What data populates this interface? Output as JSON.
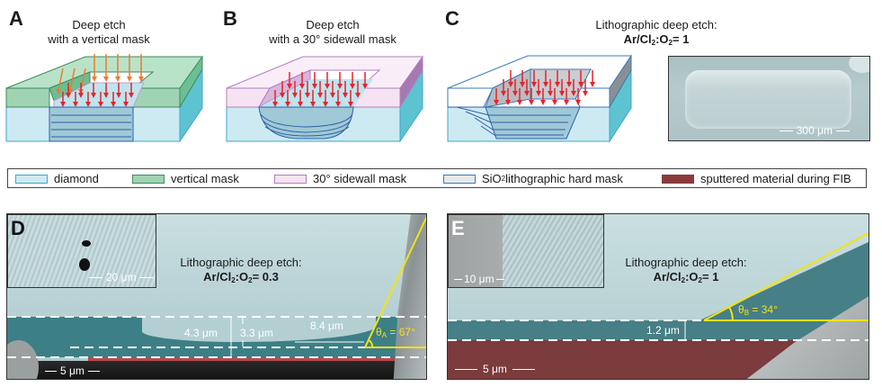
{
  "panels": {
    "A": {
      "letter": "A",
      "title_line1": "Deep etch",
      "title_line2": "with a vertical mask"
    },
    "B": {
      "letter": "B",
      "title_line1": "Deep etch",
      "title_line2": "with a 30° sidewall mask"
    },
    "C": {
      "letter": "C",
      "title_line1": "Lithographic deep etch:",
      "ratio_prefix": "Ar/Cl",
      "ratio_mid": ":O",
      "ratio_value": "= 1",
      "sub": "2",
      "scale_bar": "300 μm"
    },
    "D": {
      "letter": "D",
      "title_line1": "Lithographic deep etch:",
      "ratio_prefix": "Ar/Cl",
      "ratio_mid": ":O",
      "ratio_value": "= 0.3",
      "sub": "2",
      "inset_scale": "20 μm",
      "scale_bar": "5 μm",
      "measure_total": "4.3 μm",
      "measure_inner": "3.3 μm",
      "measure_lateral": "8.4 μm",
      "angle_symbol": "θ",
      "angle_sub": "A",
      "angle_value": "= 67°"
    },
    "E": {
      "letter": "E",
      "title_line1": "Lithographic deep etch:",
      "ratio_prefix": "Ar/Cl",
      "ratio_mid": ":O",
      "ratio_value": "= 1",
      "sub": "2",
      "inset_scale": "10 μm",
      "scale_bar": "5 μm",
      "measure_total": "1.2 μm",
      "angle_symbol": "θ",
      "angle_sub": "B",
      "angle_value": "= 34°"
    }
  },
  "legend": {
    "items": [
      {
        "label": "diamond",
        "fill": "#cdeaf3",
        "stroke": "#3fa6cf"
      },
      {
        "label": "vertical mask",
        "fill": "#9fd3b2",
        "stroke": "#3f8a5e"
      },
      {
        "label": "30° sidewall mask",
        "fill": "#f6e3f2",
        "stroke": "#b27cc2"
      },
      {
        "label_prefix": "SiO",
        "label_sub": "2",
        "label_suffix": " lithographic hard mask",
        "fill": "#e6e8ea",
        "stroke": "#3b7ab8"
      },
      {
        "label": "sputtered material during FIB",
        "fill": "#8a3a3c",
        "stroke": "#8a3a3c"
      }
    ]
  },
  "colors": {
    "diamond": "#cdeaf3",
    "diamond_side": "#5ec3d0",
    "vertical_mask": "#9fd3b2",
    "sidewall_mask": "#f6e3f2",
    "arrow_orange": "#f07a2a",
    "arrow_red": "#e8222b",
    "sem_bg": "#b9d3d6",
    "teal_layer": "#3d7f86",
    "sputter": "#8a3a3c",
    "angle_line": "#f2e21a"
  }
}
